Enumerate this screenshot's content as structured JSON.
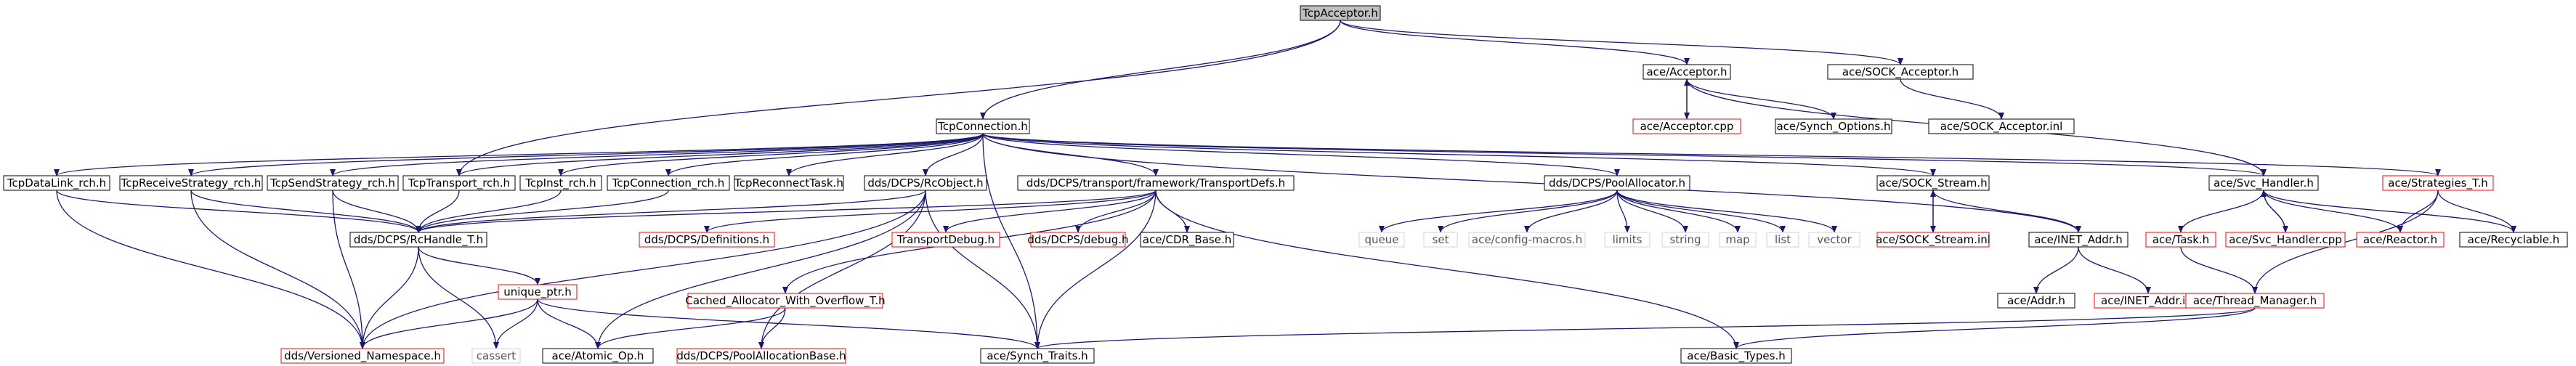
{
  "root": "TcpAcceptor.h",
  "colors": {
    "background": "#ffffff",
    "edge": "#191970",
    "root_fill": "#bfbfbf",
    "documented_border": "#000000",
    "undocumented_border": "#ff0000",
    "system_header_border": "#d3d3d3"
  },
  "nodes": {
    "tcpacceptor_h": "TcpAcceptor.h",
    "tcpconnection_h": "TcpConnection.h",
    "ace_acceptor_h": "ace/Acceptor.h",
    "ace_sock_acceptor_h": "ace/SOCK_Acceptor.h",
    "ace_acceptor_cpp": "ace/Acceptor.cpp",
    "ace_synch_options_h": "ace/Synch_Options.h",
    "ace_sock_acceptor_inl": "ace/SOCK_Acceptor.inl",
    "tcpdatalink_rch_h": "TcpDataLink_rch.h",
    "tcpreceivestrategy_rch_h": "TcpReceiveStrategy_rch.h",
    "tcpsendstrategy_rch_h": "TcpSendStrategy_rch.h",
    "tcptransport_rch_h": "TcpTransport_rch.h",
    "tcpinst_rch_h": "TcpInst_rch.h",
    "tcpconnection_rch_h": "TcpConnection_rch.h",
    "tcpreconnecttask_h": "TcpReconnectTask.h",
    "dds_rcobject_h": "dds/DCPS/RcObject.h",
    "dds_transportdefs_h": "dds/DCPS/transport/framework/TransportDefs.h",
    "dds_poolallocator_h": "dds/DCPS/PoolAllocator.h",
    "ace_sock_stream_h": "ace/SOCK_Stream.h",
    "ace_svc_handler_h": "ace/Svc_Handler.h",
    "ace_strategies_t_h": "ace/Strategies_T.h",
    "dds_rchandle_t_h": "dds/DCPS/RcHandle_T.h",
    "dds_definitions_h": "dds/DCPS/Definitions.h",
    "transportdebug_h": "TransportDebug.h",
    "dds_debug_h": "dds/DCPS/debug.h",
    "ace_cdr_base_h": "ace/CDR_Base.h",
    "queue": "queue",
    "set": "set",
    "ace_config_macros_h": "ace/config-macros.h",
    "limits": "limits",
    "string": "string",
    "map": "map",
    "list": "list",
    "vector": "vector",
    "ace_sock_stream_inl": "ace/SOCK_Stream.inl",
    "ace_inet_addr_h": "ace/INET_Addr.h",
    "ace_task_h": "ace/Task.h",
    "ace_svc_handler_cpp": "ace/Svc_Handler.cpp",
    "ace_reactor_h": "ace/Reactor.h",
    "ace_recyclable_h": "ace/Recyclable.h",
    "unique_ptr_h": "unique_ptr.h",
    "cached_allocator_h": "Cached_Allocator_With_Overflow_T.h",
    "ace_addr_h": "ace/Addr.h",
    "ace_inet_addr_inl": "ace/INET_Addr.inl",
    "ace_thread_manager_h": "ace/Thread_Manager.h",
    "dds_versioned_namespace_h": "dds/Versioned_Namespace.h",
    "cassert": "cassert",
    "ace_atomic_op_h": "ace/Atomic_Op.h",
    "dds_poolallocationbase_h": "dds/DCPS/PoolAllocationBase.h",
    "ace_synch_traits_h": "ace/Synch_Traits.h",
    "ace_basic_types_h": "ace/Basic_Types.h"
  }
}
